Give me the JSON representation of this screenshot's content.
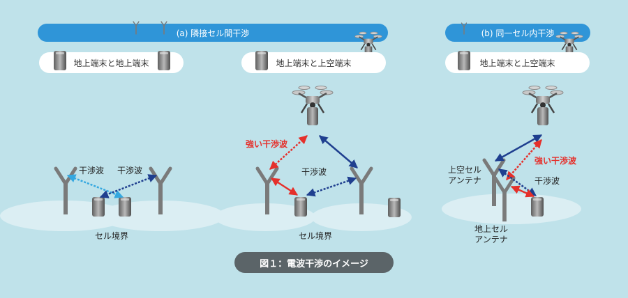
{
  "headers": {
    "a_title": "(a) 隣接セル間干渉",
    "b_title": "(b) 同一セル内干渉"
  },
  "subtitles": {
    "a1": "地上端末と地上端末",
    "a2": "地上端末と上空端末",
    "b1": "地上端末と上空端末"
  },
  "labels": {
    "interference": "干渉波",
    "strong_interference": "強い干渉波",
    "cell_boundary": "セル境界",
    "sky_antenna_line1": "上空セル",
    "sky_antenna_line2": "アンテナ",
    "ground_antenna_line1": "地上セル",
    "ground_antenna_line2": "アンテナ"
  },
  "caption": "図１：電波干渉のイメージ",
  "colors": {
    "background": "#bfe2ea",
    "header_blue": "#2f95d8",
    "cell_area": "#dbeef3",
    "red_arrow": "#e5302b",
    "navy_arrow": "#1f3f8f",
    "light_blue_arrow": "#35a8e0",
    "antenna_gray": "#7a7a7a",
    "caption_bg": "#5b6468"
  },
  "icons": [
    "base-station-antenna-icon",
    "ground-terminal-icon",
    "drone-icon",
    "double-arrow-icon"
  ]
}
